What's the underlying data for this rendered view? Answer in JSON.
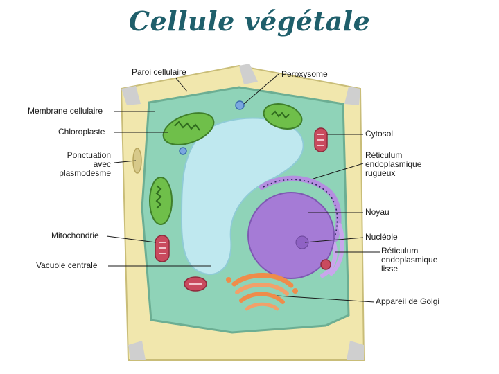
{
  "title": "Cellule végétale",
  "labels": {
    "paroi": "Paroi cellulaire",
    "peroxysome": "Peroxysome",
    "membrane": "Membrane cellulaire",
    "chloroplaste": "Chloroplaste",
    "cytosol": "Cytosol",
    "ponctuation": "Ponctuation\navec\nplasmodesme",
    "rer": "Réticulum\nendoplasmique\nrugueux",
    "noyau": "Noyau",
    "mitochondrie": "Mitochondrie",
    "nucleole": "Nucléole",
    "ree": "Réticulum\nendoplasmique\nlisse",
    "vacuole": "Vacuole centrale",
    "golgi": "Appareil de Golgi"
  },
  "colors": {
    "wall": "#f1e7ad",
    "wall_edge": "#c9bd78",
    "cytoplasm": "#8fd3b8",
    "vacuole": "#bfe8ef",
    "nucleus": "#a57bd6",
    "chloroplast": "#6fbf4a",
    "mitochondria": "#c94a5e",
    "golgi": "#ef8c4a",
    "title": "#1f5f6b"
  }
}
